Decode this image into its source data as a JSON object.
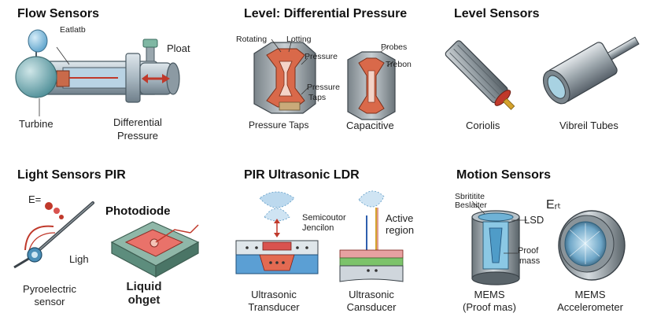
{
  "panels": {
    "flow": {
      "title": "Flow Sensors",
      "callout_a": "Eatlatb",
      "callout_b": "Ploat",
      "label_1": "Turbine",
      "label_2a": "Differential",
      "label_2b": "Pressure"
    },
    "level_dp": {
      "title": "Level: Differential Pressure",
      "c_rotating": "Rotating",
      "c_lotting": "Lotting",
      "c_pressure": "Pressure",
      "c_pressure2": "Pressure",
      "c_taps": "Taps",
      "c_probes": "Probes",
      "c_trebon": "Trebon",
      "label_1": "Pressure Taps",
      "label_2": "Capacitive"
    },
    "level": {
      "title": "Level Sensors",
      "label_1": "Coriolis",
      "label_2": "Vibreil Tubes"
    },
    "light": {
      "title": "Light Sensors PIR",
      "c_e": "E=",
      "c_photodiode": "Photodiode",
      "c_ligh": "Ligh",
      "label_1a": "Pyroelectric",
      "label_1b": "sensor",
      "label_2a": "Liquid",
      "label_2b": "ohget"
    },
    "pir": {
      "title": "PIR Ultrasonic LDR",
      "c_sem1": "Semicoutor",
      "c_sem2": "Jencilon",
      "c_act1": "Active",
      "c_act2": "region",
      "label_1a": "Ultrasonic",
      "label_1b": "Transducer",
      "label_2a": "Ultrasonic",
      "label_2b": "Cansducer"
    },
    "motion": {
      "title": "Motion Sensors",
      "c_s1": "Sbrititite",
      "c_s2": "Beslaiter",
      "c_lsd": "LSD",
      "c_proof1": "Proof",
      "c_proof2": "mass",
      "c_e": "Eᵣₜ",
      "label_1a": "MEMS",
      "label_1b": "(Proof mas)",
      "label_2a": "MEMS",
      "label_2b": "Accelerometer"
    }
  }
}
